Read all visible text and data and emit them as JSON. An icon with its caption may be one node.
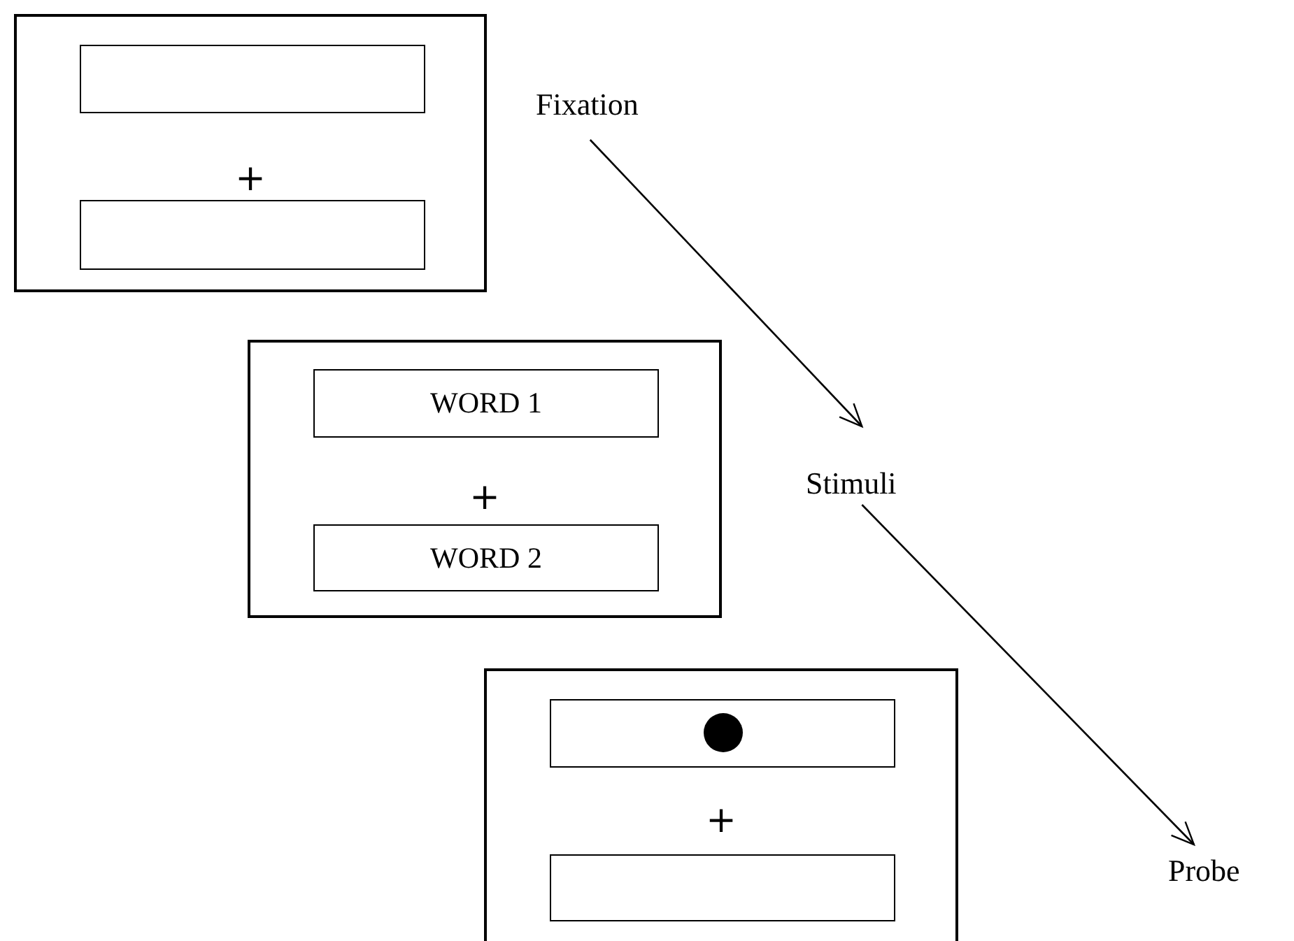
{
  "diagram": {
    "nodes": [
      {
        "text": [
          "+"
        ]
      },
      {
        "text": [],
        "shape": "box",
        "in": 0
      },
      {
        "text": [],
        "shape": "box",
        "in": 0
      },
      {
        "text": [
          "+"
        ]
      },
      {
        "text": [
          "WORD 1"
        ],
        "in": 3
      },
      {
        "text": [
          "WORD 2"
        ],
        "in": 3
      },
      {
        "text": [
          "+"
        ]
      },
      {
        "text": [],
        "shape": "box",
        "in": 6
      },
      {
        "text": [],
        "shape": "circle",
        "in": 7
      },
      {
        "text": [],
        "shape": "box",
        "in": 6
      },
      {
        "text": [
          "Fixation"
        ]
      },
      {
        "text": [
          "Stimuli"
        ]
      },
      {
        "text": [
          "Probe"
        ]
      }
    ],
    "edges": [
      {
        "from": 10,
        "to": 11,
        "arrow": "to"
      },
      {
        "from": 11,
        "to": 12,
        "arrow": "to"
      }
    ]
  }
}
